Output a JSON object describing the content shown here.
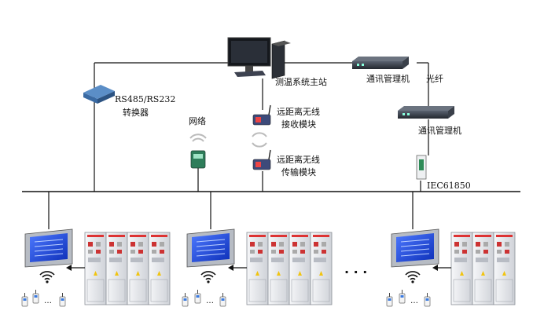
{
  "labels": {
    "host": "测温系统主站",
    "comm_manager_top": "通讯管理机",
    "fiber": "光纤",
    "comm_manager_mid": "通讯管理机",
    "converter_line1": "RS485/RS232",
    "converter_line2": "转换器",
    "gateway": "网络",
    "rx_line1": "远距离无线",
    "rx_line2": "接收模块",
    "tx_line1": "远距离无线",
    "tx_line2": "传输模块",
    "protocol": "IEC61850",
    "ellipsis": ". . .",
    "sensor_dots": "…"
  },
  "colors": {
    "line": "#111111",
    "screen": "#1a3fd6",
    "cabinet": "#e9eaee",
    "cabinet_red": "#d33",
    "device_dark": "#2f3a4a"
  }
}
